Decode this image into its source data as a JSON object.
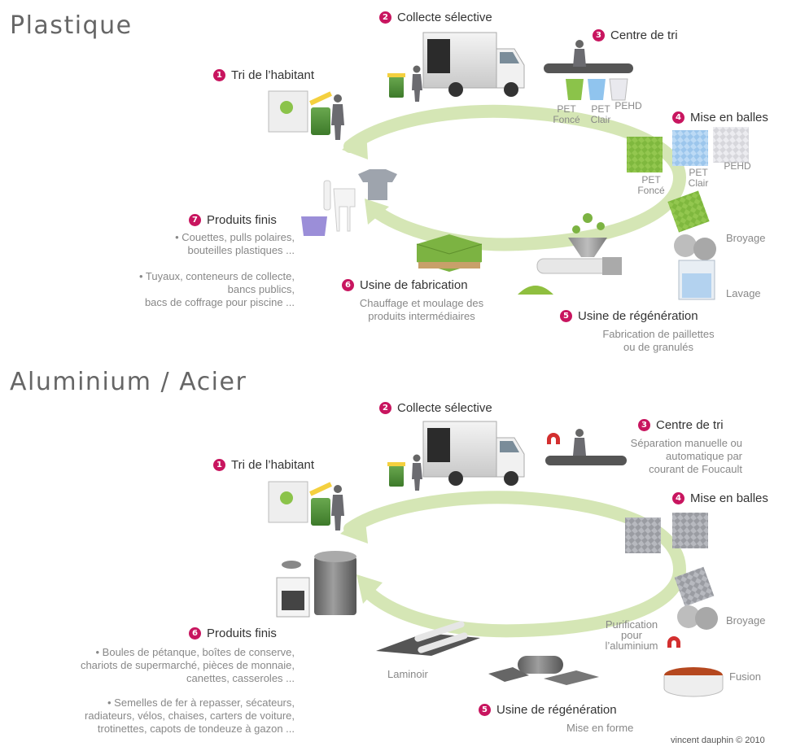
{
  "plastique": {
    "title": "Plastique",
    "steps": {
      "s1": {
        "num": "1",
        "label": "Tri de l’habitant"
      },
      "s2": {
        "num": "2",
        "label": "Collecte sélective"
      },
      "s3": {
        "num": "3",
        "label": "Centre de tri"
      },
      "s4": {
        "num": "4",
        "label": "Mise en balles"
      },
      "s5": {
        "num": "5",
        "label": "Usine de régénération",
        "sub": [
          "Fabrication de paillettes",
          "ou de granulés"
        ]
      },
      "s6": {
        "num": "6",
        "label": "Usine de fabrication",
        "sub": [
          "Chauffage et moulage des",
          "produits intermédiaires"
        ]
      },
      "s7": {
        "num": "7",
        "label": "Produits finis",
        "sub_a": [
          "• Couettes, pulls polaires,",
          "bouteilles plastiques ..."
        ],
        "sub_b": [
          "• Tuyaux, conteneurs de collecte,",
          "bancs publics,",
          "bacs de coffrage pour piscine ..."
        ]
      }
    },
    "bins": [
      [
        "PET",
        "Foncé"
      ],
      [
        "PET",
        "Clair"
      ],
      [
        "PEHD"
      ]
    ],
    "bales": [
      [
        "PET",
        "Foncé"
      ],
      [
        "PET",
        "Clair"
      ],
      [
        "PEHD"
      ]
    ],
    "process": {
      "broyage": "Broyage",
      "lavage": "Lavage"
    }
  },
  "aluminium": {
    "title": "Aluminium / Acier",
    "steps": {
      "s1": {
        "num": "1",
        "label": "Tri de l’habitant"
      },
      "s2": {
        "num": "2",
        "label": "Collecte sélective"
      },
      "s3": {
        "num": "3",
        "label": "Centre de tri",
        "sub": [
          "Séparation manuelle ou",
          "automatique par",
          "courant de Foucault"
        ]
      },
      "s4": {
        "num": "4",
        "label": "Mise en balles"
      },
      "s5": {
        "num": "5",
        "label": "Usine de régénération",
        "sub": [
          "Mise en forme"
        ]
      },
      "s6": {
        "num": "6",
        "label": "Produits finis",
        "sub_a": [
          "• Boules de pétanque, boîtes de conserve,",
          "chariots de supermarché, pièces de monnaie,",
          "canettes, casseroles ..."
        ],
        "sub_b": [
          "• Semelles de fer à repasser, sécateurs,",
          "radiateurs, vélos, chaises, carters de voiture,",
          "trotinettes, capots de tondeuze à gazon ..."
        ]
      }
    },
    "process": {
      "broyage": "Broyage",
      "purification": [
        "Purification",
        "pour",
        "l’aluminium"
      ],
      "fusion": "Fusion",
      "laminoir": "Laminoir"
    }
  },
  "credit": "vincent dauphin © 2010",
  "colors": {
    "accent": "#c8155f",
    "arrow": "#d5e6b5",
    "green": "#7cb342",
    "grey_text": "#888888"
  }
}
